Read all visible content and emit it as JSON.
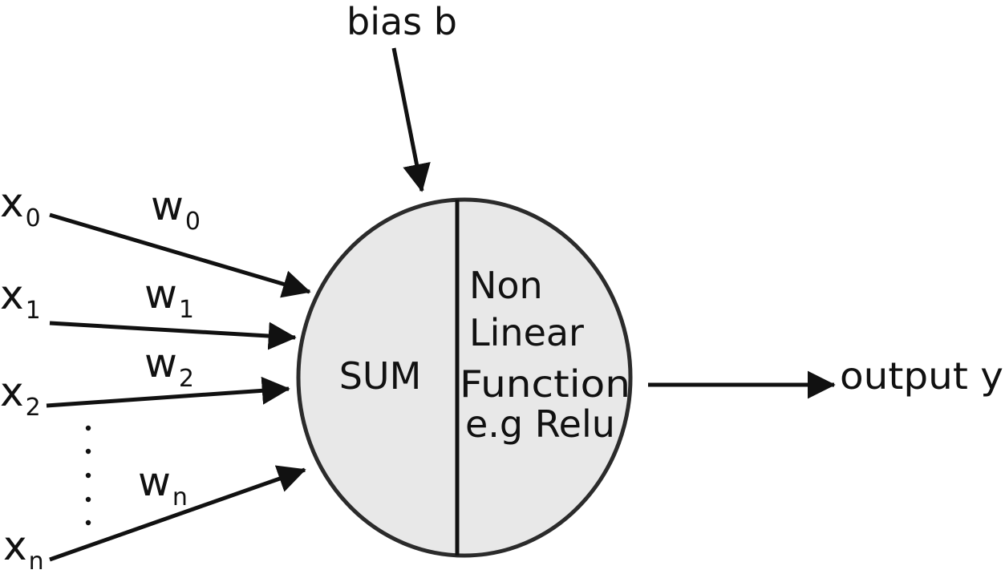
{
  "bias": {
    "label": "bias b"
  },
  "inputs": [
    {
      "var": "x",
      "index": "0",
      "weight_var": "w",
      "weight_index": "0"
    },
    {
      "var": "x",
      "index": "1",
      "weight_var": "w",
      "weight_index": "1"
    },
    {
      "var": "x",
      "index": "2",
      "weight_var": "w",
      "weight_index": "2"
    },
    {
      "var": "x",
      "index": "n",
      "weight_var": "w",
      "weight_index": "n"
    }
  ],
  "neuron": {
    "sum_label": "SUM",
    "activation_lines": [
      "Non",
      "Linear",
      "Function",
      "e.g Relu"
    ]
  },
  "output": {
    "label": "output y"
  },
  "colors": {
    "stroke": "#222222",
    "neuron_fill": "#e8e8e8",
    "text": "#111111"
  }
}
